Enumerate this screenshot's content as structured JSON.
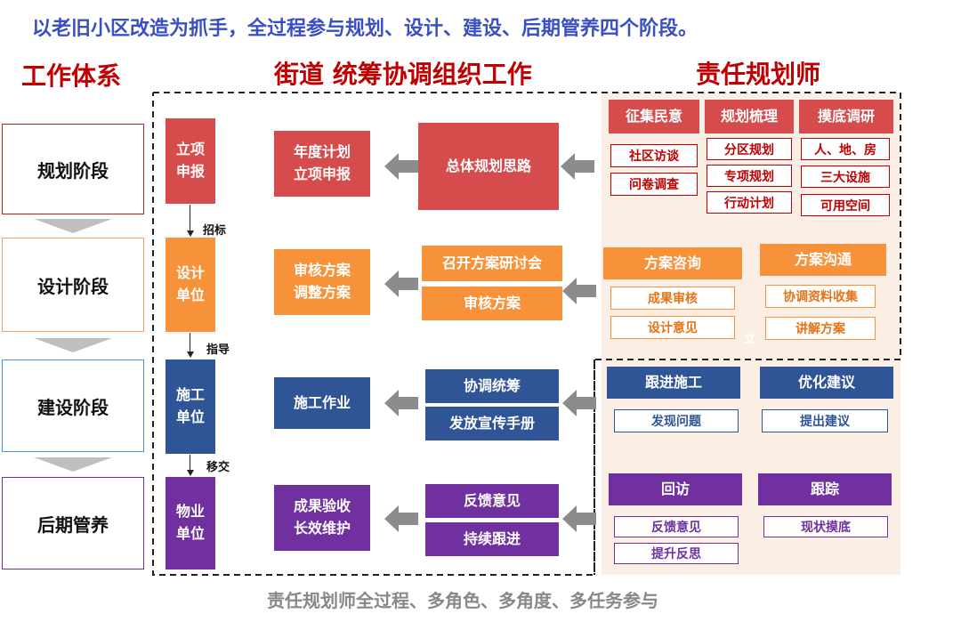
{
  "headline": "以老旧小区改造为抓手，全过程参与规划、设计、建设、后期管养四个阶段。",
  "col_titles": {
    "system": "工作体系",
    "street": "街道 统筹协调组织工作",
    "planner": "责任规划师"
  },
  "stages": [
    "规划阶段",
    "设计阶段",
    "建设阶段",
    "后期管养"
  ],
  "units": [
    {
      "l1": "立项",
      "l2": "申报"
    },
    {
      "l1": "设计",
      "l2": "单位"
    },
    {
      "l1": "施工",
      "l2": "单位"
    },
    {
      "l1": "物业",
      "l2": "单位"
    }
  ],
  "connectors": [
    "招标",
    "指导",
    "移交"
  ],
  "outputs": [
    {
      "l1": "年度计划",
      "l2": "立项申报"
    },
    {
      "l1": "审核方案",
      "l2": "调整方案"
    },
    {
      "l1": "施工作业",
      "l2": ""
    },
    {
      "l1": "成果验收",
      "l2": "长效维护"
    }
  ],
  "street_tasks": {
    "s1": [
      "总体规划思路"
    ],
    "s2": [
      "召开方案研讨会",
      "审核方案"
    ],
    "s3": [
      "协调统筹",
      "发放宣传手册"
    ],
    "s4": [
      "反馈意见",
      "持续跟进"
    ]
  },
  "planner": {
    "p1": {
      "heads": [
        "征集民意",
        "规划梳理",
        "摸底调研"
      ],
      "cols": [
        [
          "社区访谈",
          "问卷调查"
        ],
        [
          "分区规划",
          "专项规划",
          "行动计划"
        ],
        [
          "人、地、房",
          "三大设施",
          "可用空间"
        ]
      ]
    },
    "p2": {
      "heads": [
        "方案咨询",
        "方案沟通"
      ],
      "cols": [
        [
          "成果审核",
          "设计意见"
        ],
        [
          "协调资料收集",
          "讲解方案"
        ]
      ],
      "stray": "立"
    },
    "p3": {
      "heads": [
        "跟进施工",
        "优化建议"
      ],
      "cols": [
        [
          "发现问题"
        ],
        [
          "提出建议"
        ]
      ]
    },
    "p4": {
      "heads": [
        "回访",
        "跟踪"
      ],
      "cols": [
        [
          "反馈意见",
          "提升反思"
        ],
        [
          "现状摸底"
        ]
      ]
    }
  },
  "footer": "责任规划师全过程、多角色、多角度、多任务参与",
  "colors": {
    "red": "#d64b4b",
    "orange": "#f7923a",
    "blue": "#2f5597",
    "purple": "#7030a0",
    "title_red": "#c00000",
    "headline_blue": "#3a4fc4",
    "panel": "#fbeee4"
  }
}
